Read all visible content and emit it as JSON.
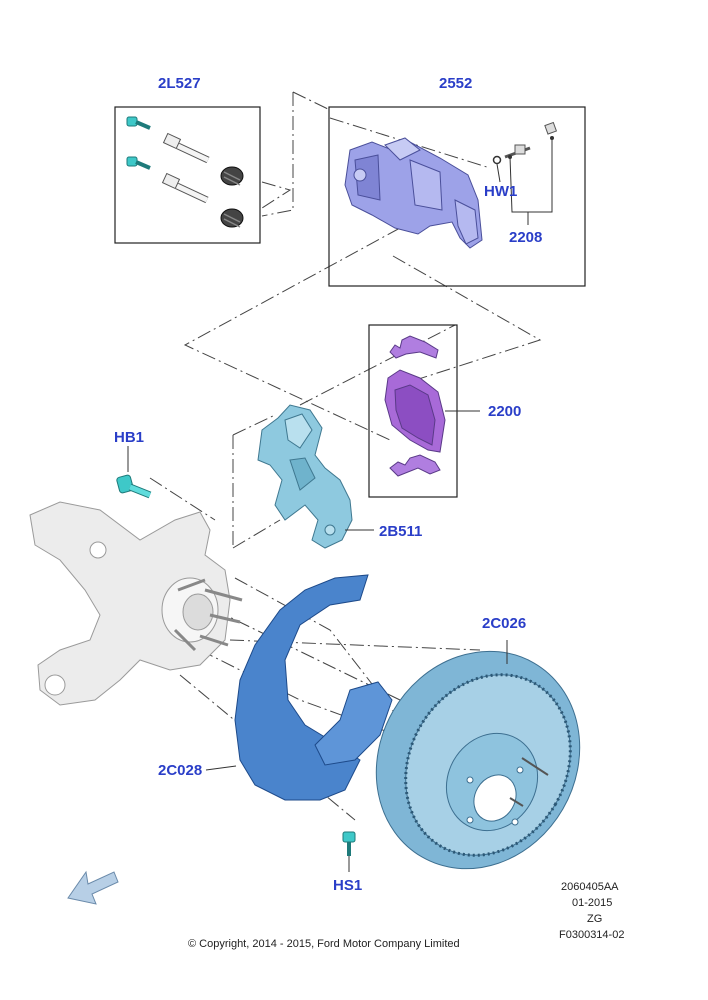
{
  "callouts": {
    "kit_2l527": "2L527",
    "caliper_2552": "2552",
    "hw1": "HW1",
    "bleeder_2208": "2208",
    "pads_2200": "2200",
    "hb1": "HB1",
    "anchor_2b511": "2B511",
    "rotor_2c026": "2C026",
    "shield_2c028": "2C028",
    "hs1": "HS1"
  },
  "meta": {
    "code1": "2060405AA",
    "code2": "01-2015",
    "code3": "ZG",
    "code4": "F0300314-02"
  },
  "copyright": "© Copyright, 2014 - 2015, Ford Motor Company Limited",
  "colors": {
    "callout": "#2a3ec8",
    "caliper": "#9da2e8",
    "pads": "#a86ad8",
    "anchor": "#8ec9df",
    "rotor": "#7fb6d6",
    "shield": "#4a84cc",
    "knuckle": "#ececec",
    "fastener": "#3ec8c8"
  },
  "icons": {
    "direction": "direction-arrow-icon"
  }
}
